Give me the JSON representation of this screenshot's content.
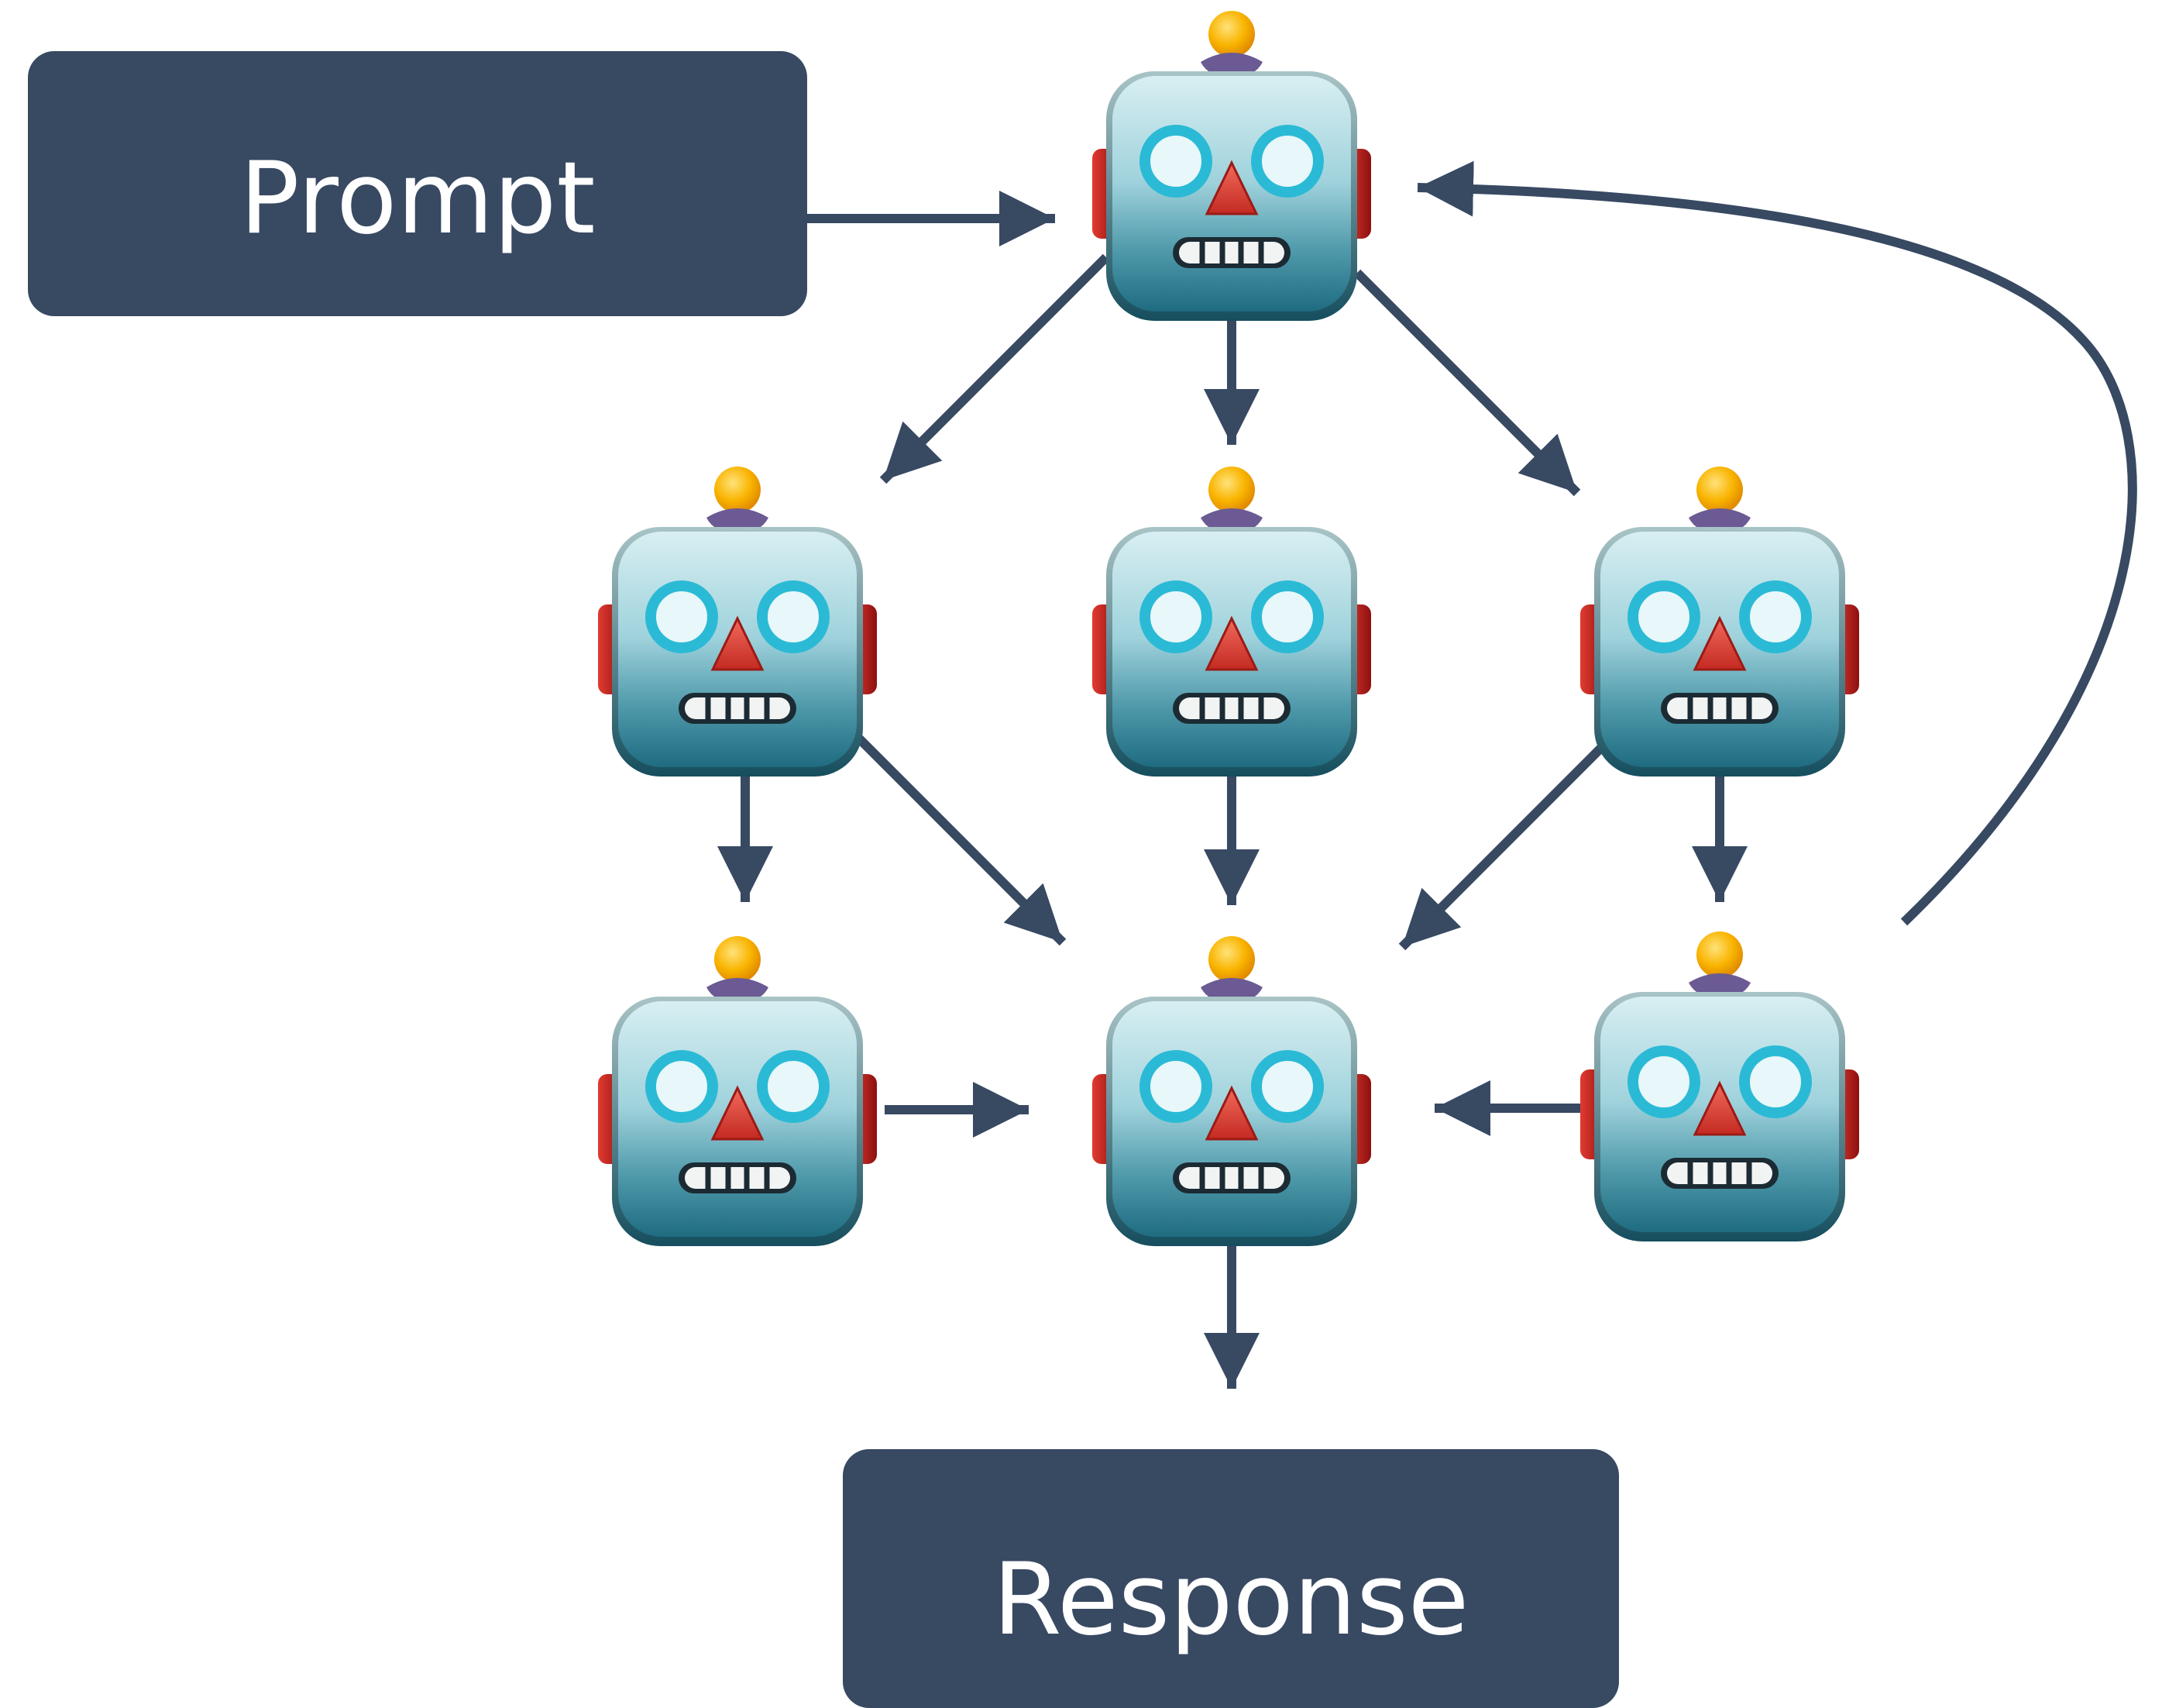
{
  "diagram": {
    "prompt_label": "Prompt",
    "response_label": "Response",
    "agent_icon": "robot-face-icon",
    "agent_count": 7
  },
  "colors": {
    "box_fill": "#384962",
    "arrow": "#384962",
    "label_text": "#ffffff",
    "robot_head_top": "#d8eff2",
    "robot_head_bottom": "#227287",
    "robot_eye_ring": "#2bbad6",
    "robot_nose": "#d8382f",
    "robot_ear": "#b41a1a",
    "robot_antenna_ball": "#f7a800",
    "robot_antenna_base": "#6b5a93"
  }
}
